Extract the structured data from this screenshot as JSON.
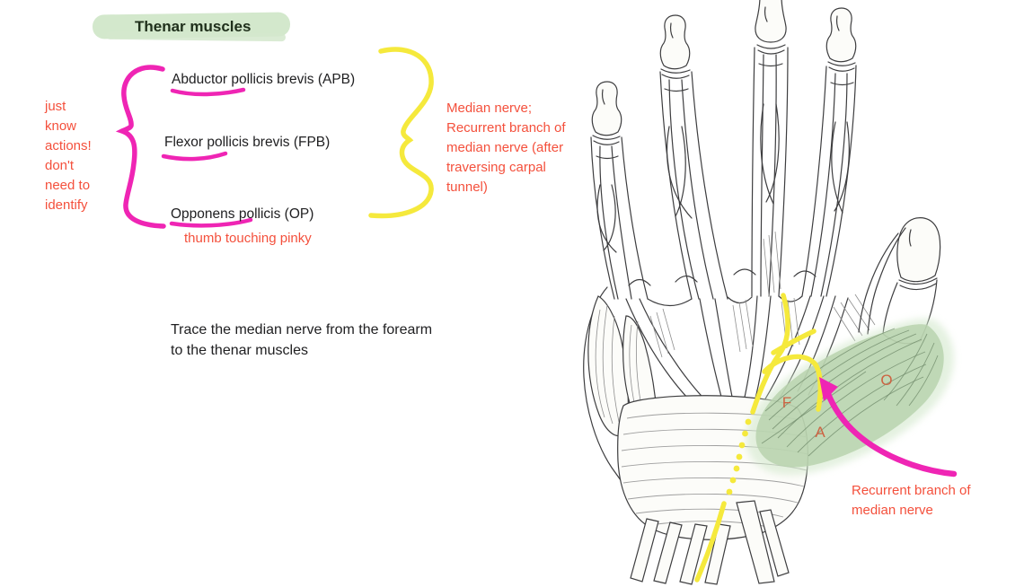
{
  "colors": {
    "background": "#ffffff",
    "ink": "#202022",
    "line_art": "#3d3d3f",
    "red": "#f4503c",
    "pink": "#ef25b4",
    "yellow": "#f5e93c",
    "highlight_green": "#d3e8cc",
    "thenar_green": "#b7d2ac",
    "letter_orange": "#cd6342"
  },
  "title": {
    "text": "Thenar muscles"
  },
  "muscles": [
    {
      "name": "Abductor pollicis brevis (APB)"
    },
    {
      "name": "Flexor pollicis brevis (FPB)"
    },
    {
      "name": "Opponens pollicis (OP)",
      "action_note": "thumb touching pinky"
    }
  ],
  "notes": {
    "left_note_lines": [
      "just",
      "know",
      "actions!",
      "don't",
      "need to",
      "identify"
    ],
    "nerve_note_lines": [
      "Median nerve;",
      "Recurrent branch of",
      "median nerve (after",
      "traversing carpal",
      "tunnel)"
    ],
    "task_lines": [
      "Trace the median nerve from the forearm",
      "to the thenar muscles"
    ],
    "recurrent_label_lines": [
      "Recurrent branch of",
      "median nerve"
    ]
  },
  "diagram_letters": [
    {
      "label": "F"
    },
    {
      "label": "A"
    },
    {
      "label": "O"
    }
  ]
}
